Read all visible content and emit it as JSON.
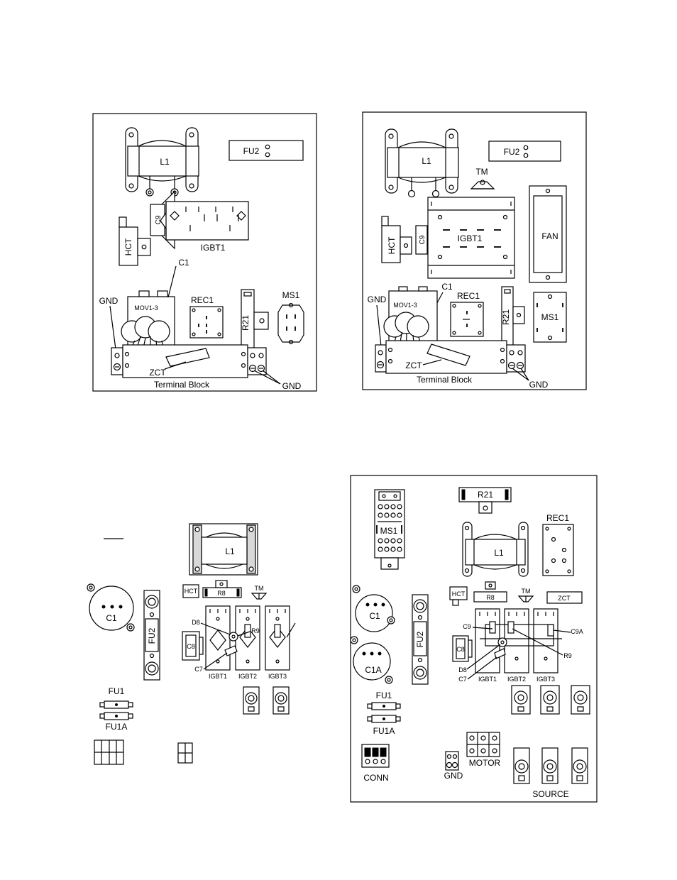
{
  "diagram_1": {
    "labels": {
      "l1": "L1",
      "fu2": "FU2",
      "c9": "C9",
      "igbt1": "IGBT1",
      "hct": "HCT",
      "c1": "C1",
      "gnd_left": "GND",
      "mov": "MOV1-3",
      "rec1": "REC1",
      "r21": "R21",
      "ms1": "MS1",
      "zct": "ZCT",
      "terminal_block": "Terminal Block",
      "gnd_right": "GND"
    }
  },
  "diagram_2": {
    "labels": {
      "l1": "L1",
      "fu2": "FU2",
      "tm": "TM",
      "c9": "C9",
      "igbt1": "IGBT1",
      "fan": "FAN",
      "hct": "HCT",
      "gnd_left": "GND",
      "c1": "C1",
      "rec1": "REC1",
      "mov": "MOV1-3",
      "r21": "R21",
      "ms1": "MS1",
      "zct": "ZCT",
      "terminal_block": "Terminal Block",
      "gnd_right": "GND"
    }
  },
  "diagram_3": {
    "labels": {
      "l1": "L1",
      "hct": "HCT",
      "r8": "R8",
      "tm": "TM",
      "c1": "C1",
      "fu2": "FU2",
      "d8": "D8",
      "r9": "R9",
      "c8": "C8",
      "c7": "C7",
      "igbt1": "IGBT1",
      "igbt2": "IGBT2",
      "igbt3": "IGBT3",
      "fu1": "FU1",
      "fu1a": "FU1A"
    }
  },
  "diagram_4": {
    "labels": {
      "r21": "R21",
      "ms1": "MS1",
      "rec1": "REC1",
      "l1": "L1",
      "hct": "HCT",
      "tm": "TM",
      "r8": "R8",
      "zct": "ZCT",
      "c1": "C1",
      "fu2": "FU2",
      "c9": "C9",
      "c9a": "C9A",
      "c8": "C8",
      "r9": "R9",
      "c1a": "C1A",
      "d8": "D8",
      "c7": "C7",
      "igbt1": "IGBT1",
      "igbt2": "IGBT2",
      "igbt3": "IGBT3",
      "fu1": "FU1",
      "fu1a": "FU1A",
      "motor": "MOTOR",
      "conn": "CONN",
      "gnd": "GND",
      "source": "SOURCE"
    }
  }
}
